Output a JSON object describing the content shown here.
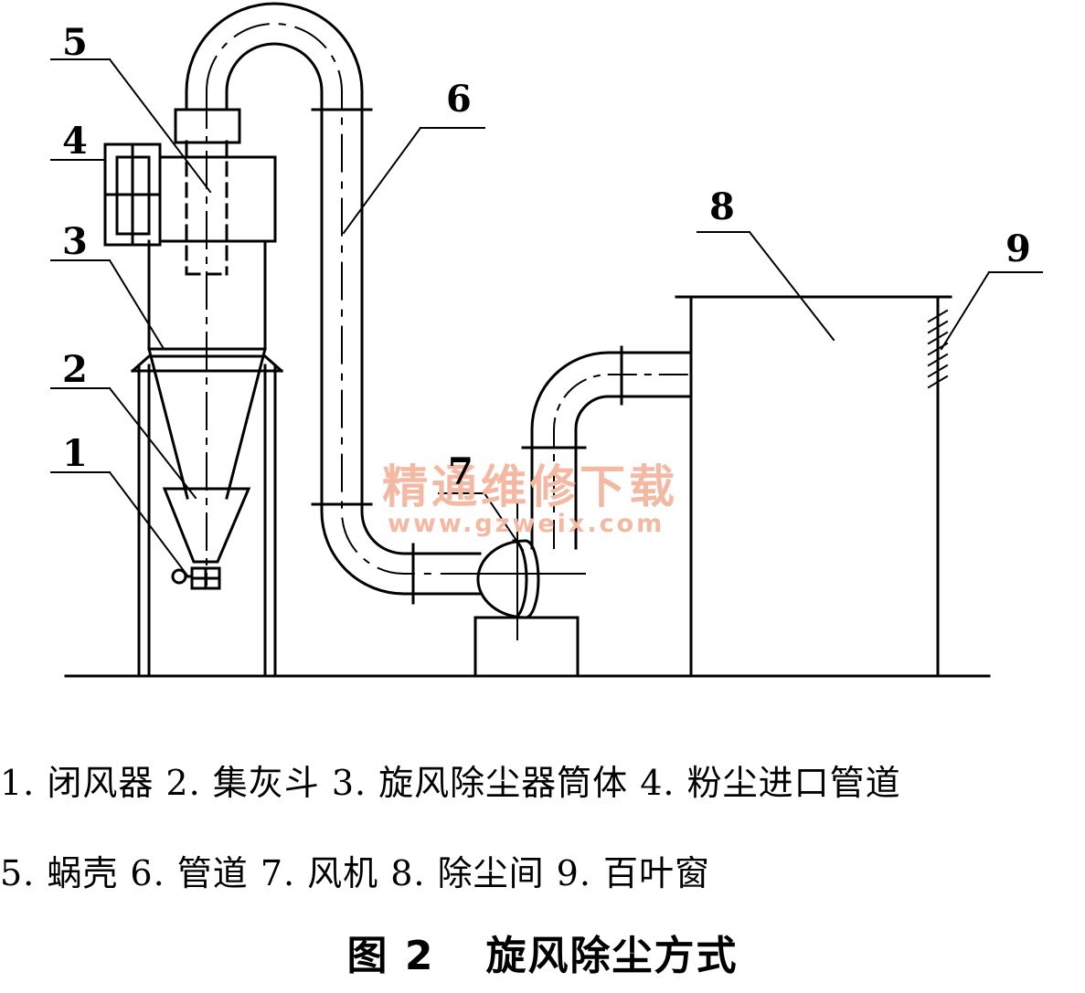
{
  "labels": {
    "l1": "1",
    "l2": "2",
    "l3": "3",
    "l4": "4",
    "l5": "5",
    "l6": "6",
    "l7": "7",
    "l8": "8",
    "l9": "9"
  },
  "watermark": {
    "cn": "精通维修下载",
    "url": "www.gzweix.com"
  },
  "legend": {
    "line1": "1. 闭风器 2. 集灰斗 3. 旋风除尘器筒体 4. 粉尘进口管道",
    "line2": "5. 蜗壳 6. 管道 7. 风机 8. 除尘间 9. 百叶窗"
  },
  "figure": {
    "number": "图 2",
    "title": "旋风除尘方式"
  }
}
